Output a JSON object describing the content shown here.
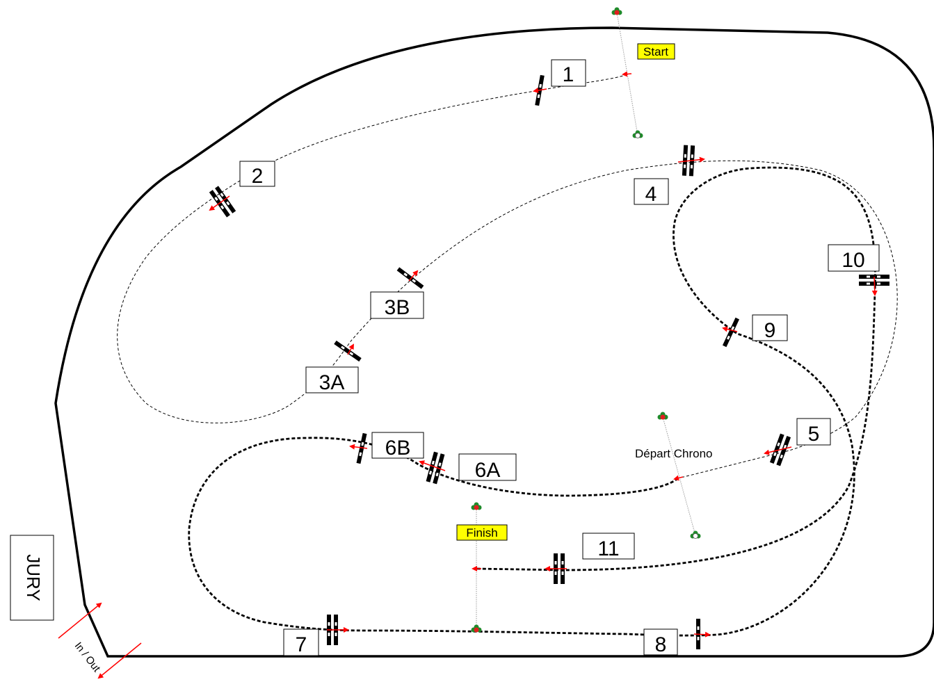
{
  "labels": {
    "start": "Start",
    "finish": "Finish",
    "depart_chrono": "Départ Chrono",
    "jury": "JURY",
    "in_out": "In / Out"
  },
  "obstacles": [
    {
      "id": "1",
      "label": "1"
    },
    {
      "id": "2",
      "label": "2"
    },
    {
      "id": "3A",
      "label": "3A"
    },
    {
      "id": "3B",
      "label": "3B"
    },
    {
      "id": "4",
      "label": "4"
    },
    {
      "id": "5",
      "label": "5"
    },
    {
      "id": "6A",
      "label": "6A"
    },
    {
      "id": "6B",
      "label": "6B"
    },
    {
      "id": "7",
      "label": "7"
    },
    {
      "id": "8",
      "label": "8"
    },
    {
      "id": "9",
      "label": "9"
    },
    {
      "id": "10",
      "label": "10"
    },
    {
      "id": "11",
      "label": "11"
    }
  ],
  "colors": {
    "line": "#000000",
    "direction_arrow": "#ff0000",
    "flag_label_bg": "#ffff00",
    "flag_red": "#e02020",
    "flag_green": "#1f8a2a"
  }
}
